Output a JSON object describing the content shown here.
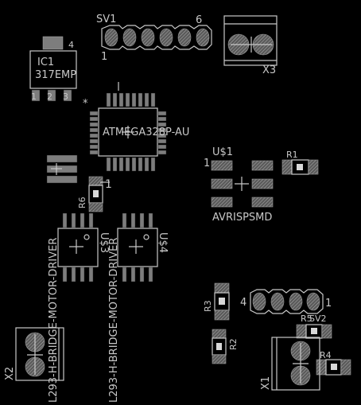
{
  "components": {
    "sv1": {
      "name": "SV1",
      "pin_first": "1",
      "pin_last": "6"
    },
    "x3": {
      "name": "X3"
    },
    "ic1": {
      "name": "IC1",
      "value": "317EMP",
      "pins": [
        "1",
        "2",
        "3"
      ],
      "pin4": "4"
    },
    "atmega": {
      "value": "ATMEGA328P-AU",
      "star": "*"
    },
    "u_dollar1": {
      "name": "U$1",
      "pin1": "1",
      "value": "AVRISPSMD"
    },
    "r1": {
      "name": "R1"
    },
    "r6": {
      "name": "R6"
    },
    "c1_ref": {
      "name": "1"
    },
    "u3": {
      "name": "U$3",
      "value": "L293-H-BRIDGE-MOTOR-DRIVER"
    },
    "u4": {
      "name": "U$4",
      "value": "L293-H-BRIDGE-MOTOR-DRIVER"
    },
    "r3": {
      "name": "R3"
    },
    "r2": {
      "name": "R2"
    },
    "sv2": {
      "name": "SV2",
      "pin_left": "4",
      "pin_right": "1"
    },
    "r5": {
      "name": "R5"
    },
    "r4": {
      "name": "R4"
    },
    "x1": {
      "name": "X1"
    },
    "x2": {
      "name": "X2"
    }
  }
}
